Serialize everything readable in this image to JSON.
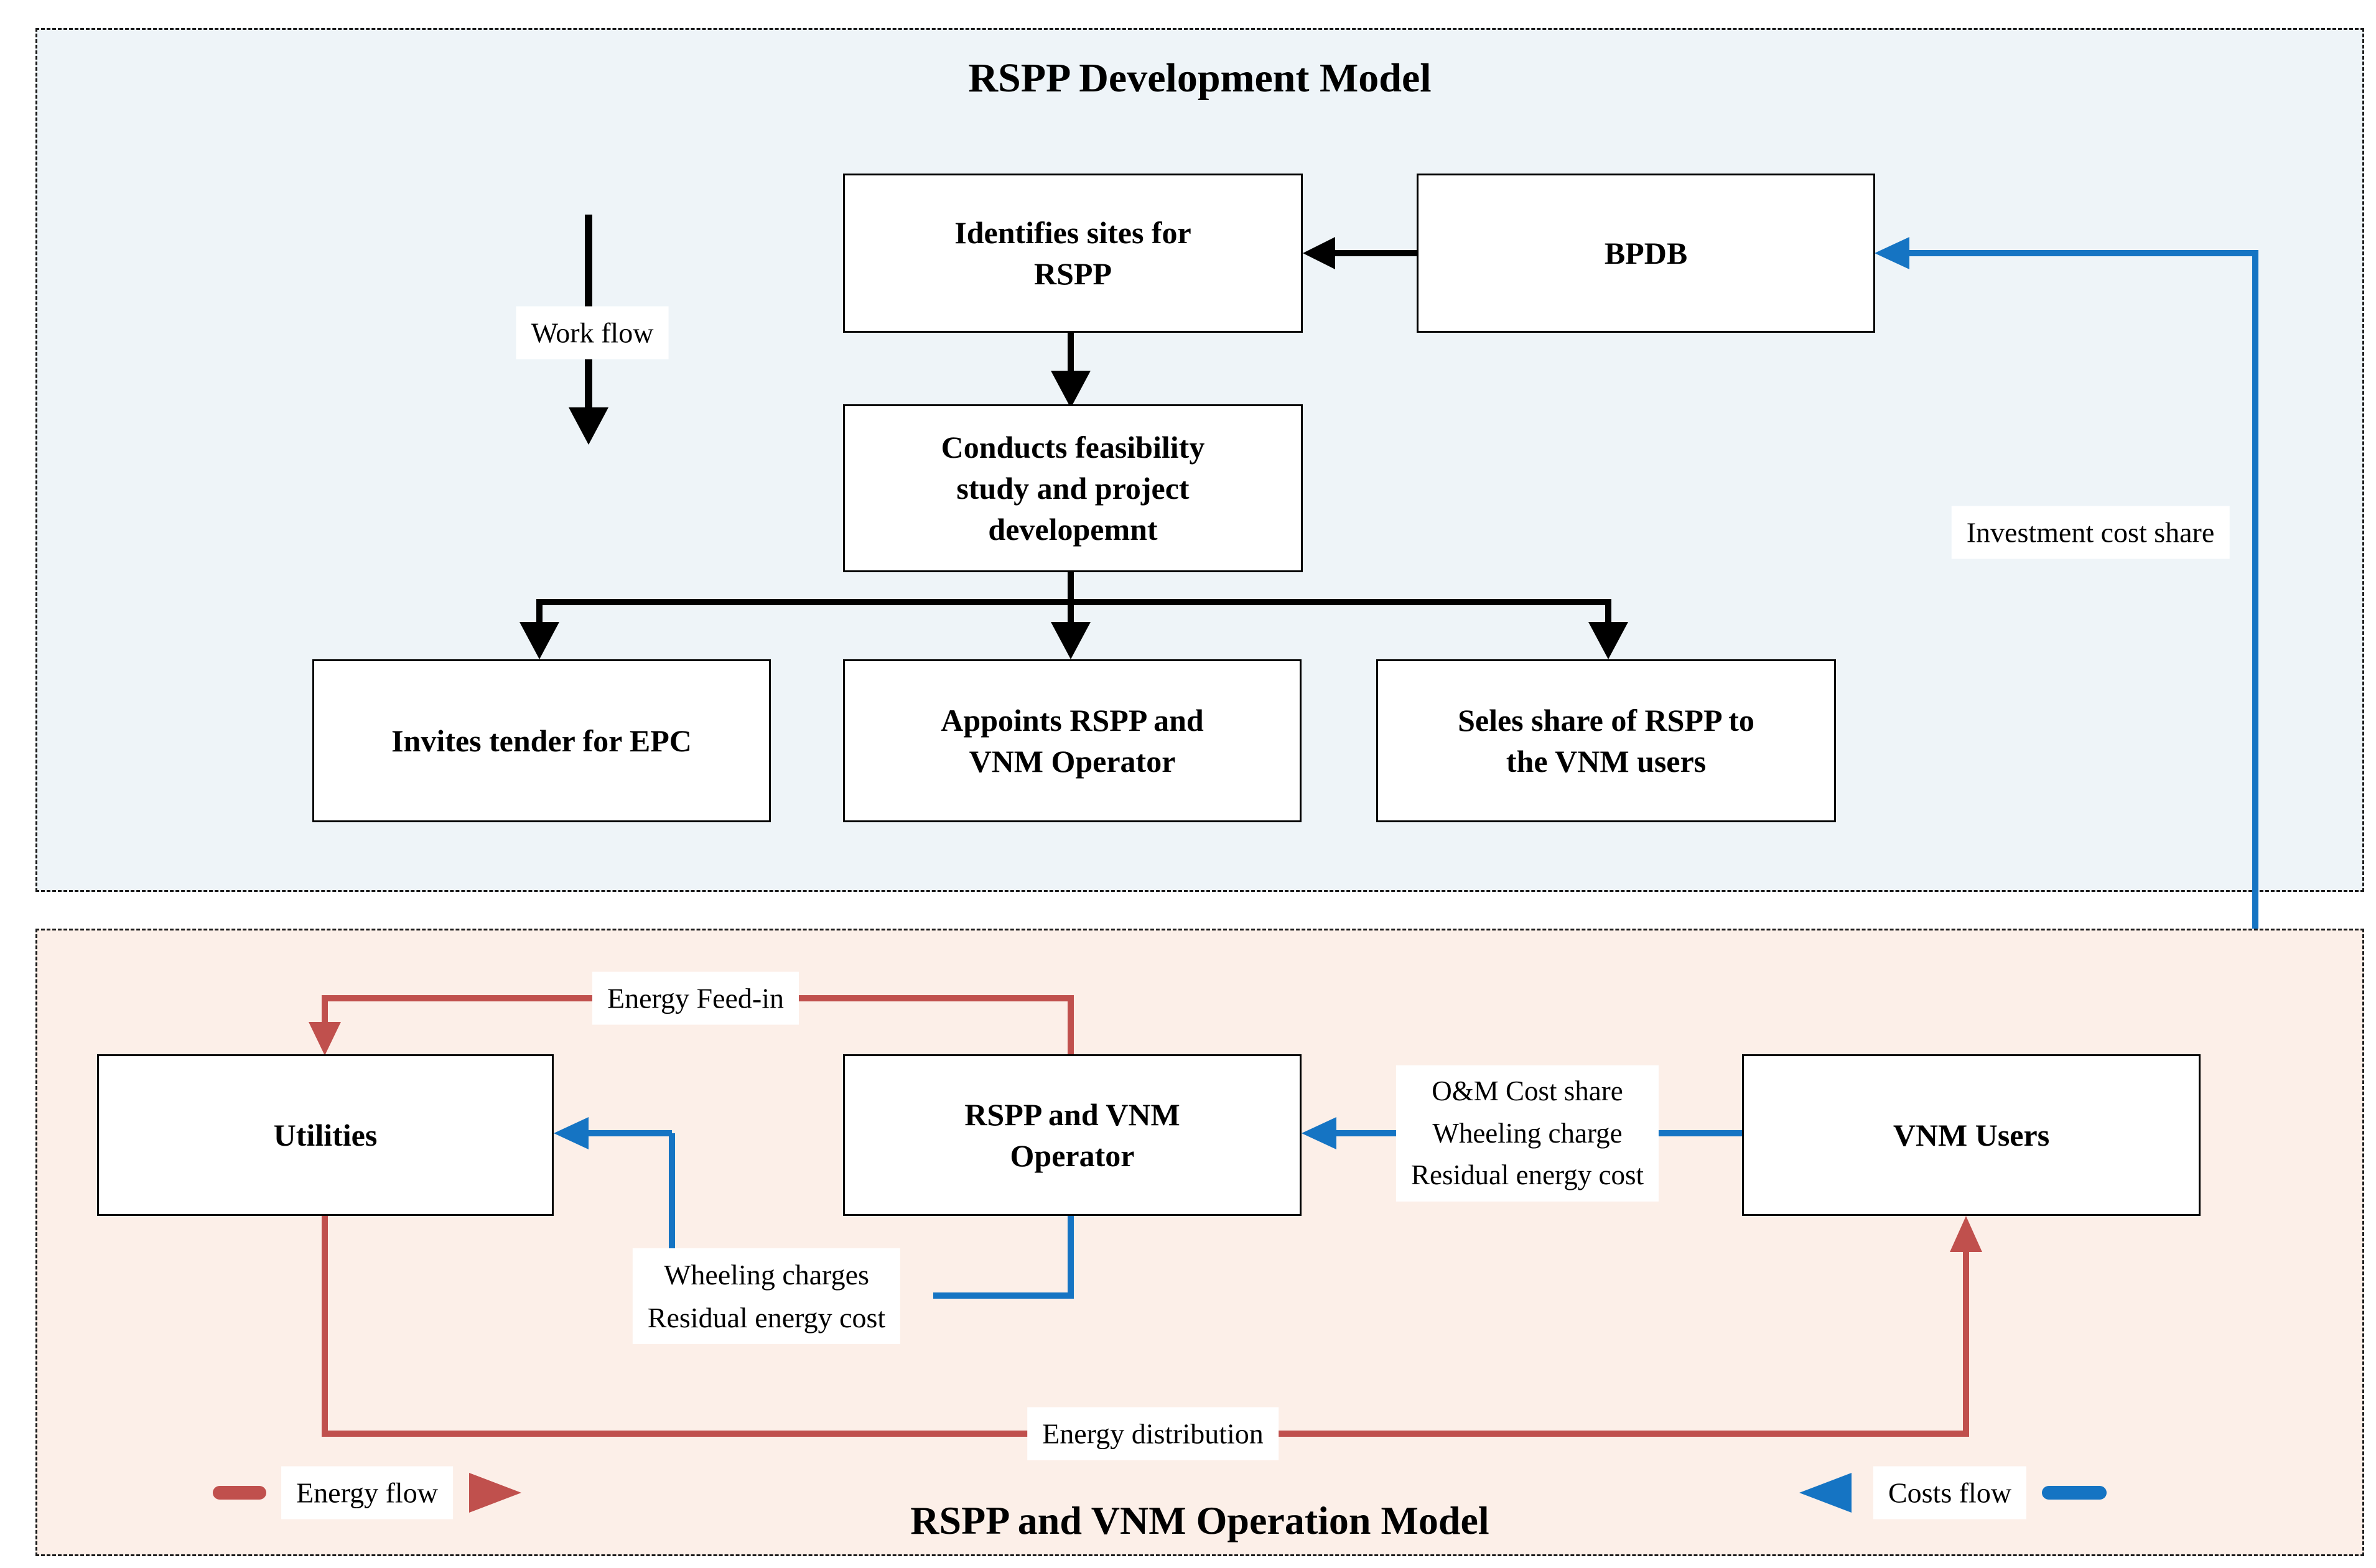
{
  "colors": {
    "energy_flow": "#c0504d",
    "costs_flow": "#1574c3",
    "development_panel_bg": "#eef4f8",
    "operation_panel_bg": "#fcefe8",
    "box_bg": "#ffffff",
    "text": "#000000"
  },
  "development_model": {
    "title": "RSPP Development Model",
    "workflow_label": "Work flow",
    "boxes": {
      "identifies_sites": "Identifies sites for\nRSPP",
      "bpdb": "BPDB",
      "feasibility": "Conducts feasibility\nstudy and project\ndevelopemnt",
      "invites_tender": "Invites tender for EPC",
      "appoints_operator": "Appoints RSPP and\nVNM Operator",
      "sells_share": "Seles share of RSPP to\nthe VNM users"
    },
    "labels": {
      "investment_cost_share": "Investment cost share"
    }
  },
  "operation_model": {
    "title": "RSPP and VNM Operation Model",
    "boxes": {
      "utilities": "Utilities",
      "operator": "RSPP and VNM\nOperator",
      "vnm_users": "VNM Users"
    },
    "labels": {
      "energy_feed_in": "Energy Feed-in",
      "om_cost_share": "O&M Cost share\nWheeling charge\nResidual energy cost",
      "wheeling_charges": "Wheeling charges\nResidual energy cost",
      "energy_distribution": "Energy distribution"
    },
    "legend": {
      "energy_flow": "Energy flow",
      "costs_flow": "Costs flow"
    }
  }
}
